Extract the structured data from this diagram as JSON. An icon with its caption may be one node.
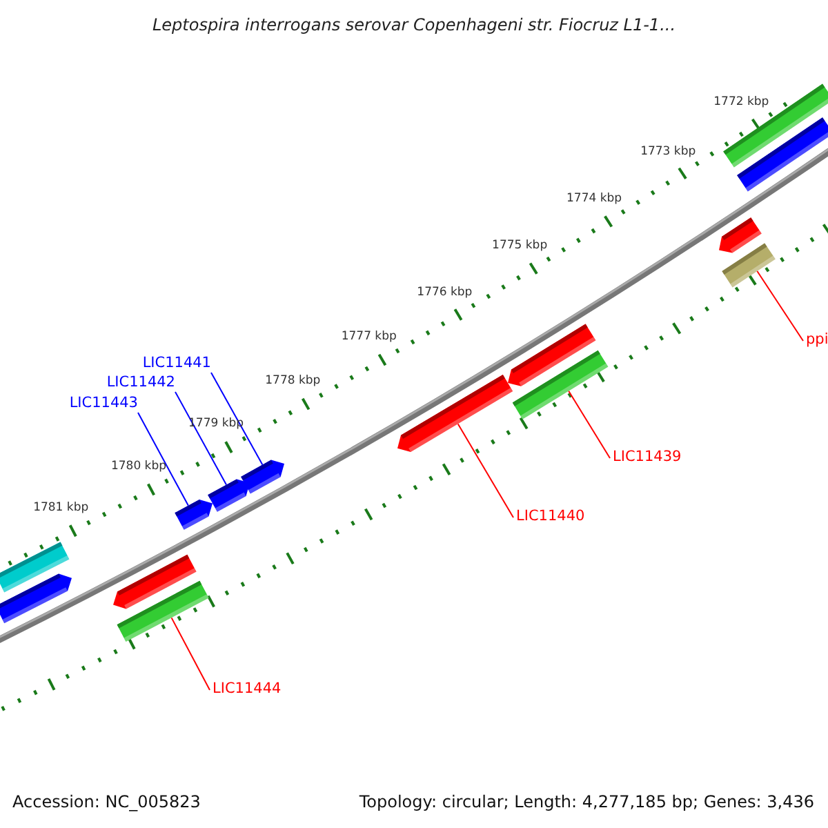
{
  "diagram": {
    "title": "Leptospira interrogans serovar Copenhageni str. Fiocruz L1-1...",
    "nodes": [
      {
        "text": [
          "LIC11441"
        ]
      },
      {
        "text": [
          "LIC11442"
        ]
      },
      {
        "text": [
          "LIC11443"
        ]
      },
      {
        "text": [
          "ppi"
        ]
      },
      {
        "text": [
          "LIC11439"
        ]
      },
      {
        "text": [
          "LIC11440"
        ]
      },
      {
        "text": [
          "LIC11444"
        ]
      },
      {
        "text": [],
        "shape": "bar"
      },
      {
        "text": [],
        "shape": "bar"
      },
      {
        "text": [],
        "shape": "bar"
      },
      {
        "text": [],
        "shape": "bar"
      },
      {
        "text": [],
        "shape": "bar"
      },
      {
        "text": [],
        "shape": "bar"
      },
      {
        "text": [],
        "shape": "bar"
      },
      {
        "text": [],
        "shape": "bar"
      },
      {
        "text": [],
        "shape": "bar"
      },
      {
        "text": [],
        "shape": "bar"
      },
      {
        "text": [],
        "shape": "bar"
      },
      {
        "text": [],
        "shape": "bar"
      },
      {
        "text": [],
        "shape": "bar"
      },
      {
        "text": [],
        "shape": "bar"
      }
    ],
    "edges": [
      {
        "from": 0,
        "to": 14,
        "arrow": "none",
        "color": "#0000ff"
      },
      {
        "from": 1,
        "to": 15,
        "arrow": "none",
        "color": "#0000ff"
      },
      {
        "from": 2,
        "to": 16,
        "arrow": "none",
        "color": "#0000ff"
      },
      {
        "from": 3,
        "to": 10,
        "arrow": "none"
      },
      {
        "from": 4,
        "to": 12,
        "arrow": "none"
      },
      {
        "from": 5,
        "to": 13,
        "arrow": "none"
      },
      {
        "from": 6,
        "to": 20,
        "arrow": "none"
      }
    ],
    "labels": [
      "1772 kbp",
      "1773 kbp",
      "1774 kbp",
      "1775 kbp",
      "1776 kbp",
      "1777 kbp",
      "1778 kbp",
      "1779 kbp",
      "1780 kbp",
      "1781 kbp",
      "Accession: NC_005823",
      "Topology: circular; Length: 4,277,185 bp; Genes: 3,436"
    ]
  }
}
